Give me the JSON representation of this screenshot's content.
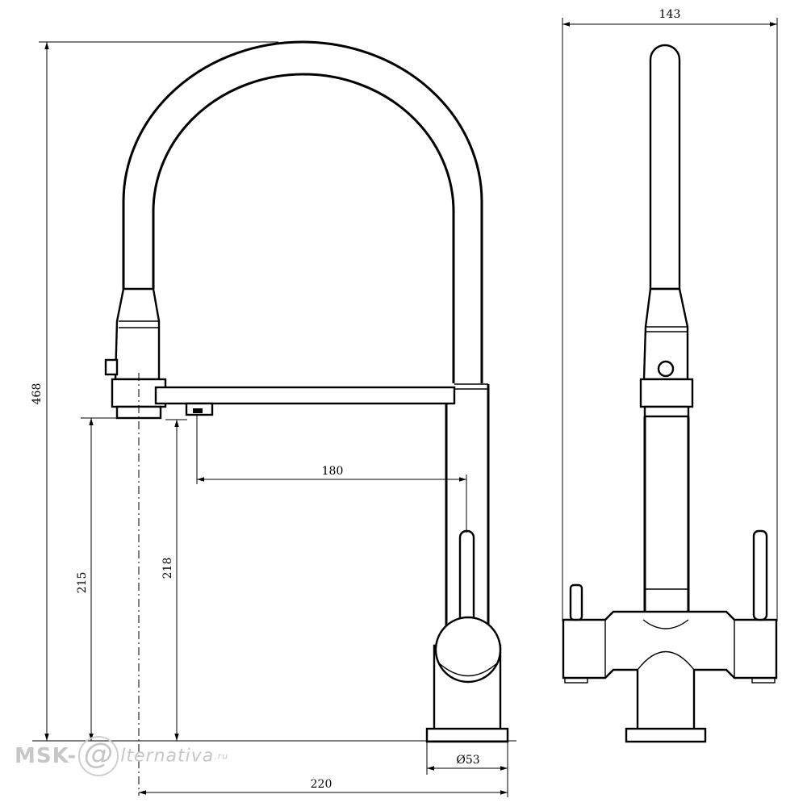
{
  "dimensions": {
    "overall_height": "468",
    "front_width": "143",
    "spout_reach": "180",
    "outlet_height_left": "215",
    "outlet_height_right": "218",
    "base_diameter": "Ø53",
    "overall_reach": "220"
  },
  "watermark": {
    "lead": "MSK-",
    "at_glyph": "@",
    "rest": "lternativa",
    "suffix": ".ru"
  }
}
